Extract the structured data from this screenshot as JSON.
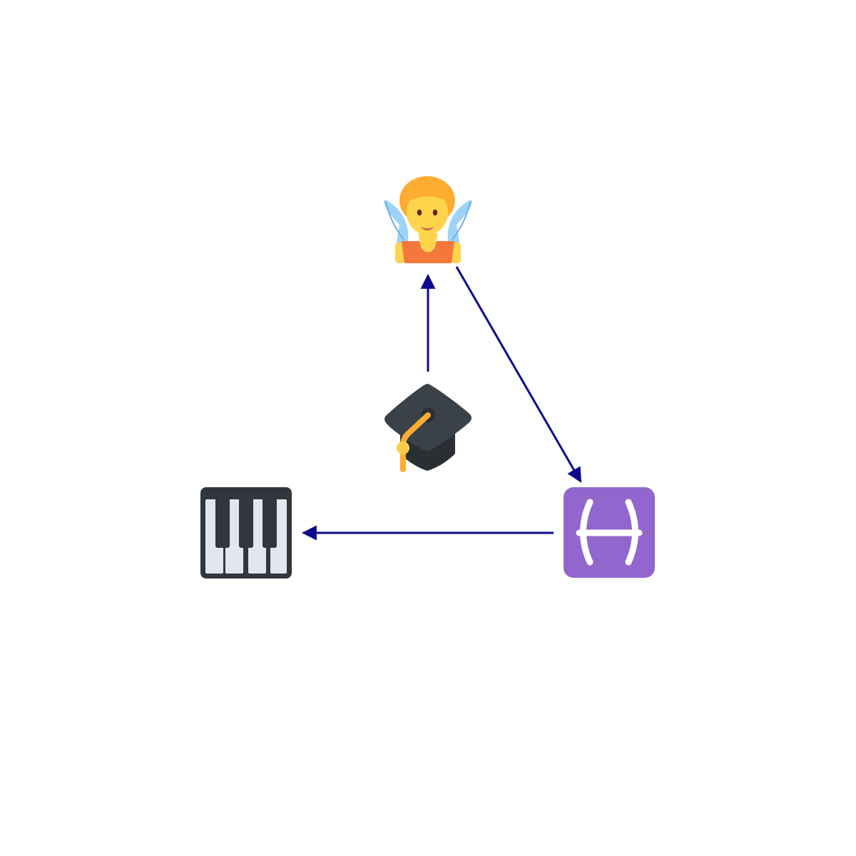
{
  "diagram": {
    "background": "#ffffff",
    "edge_color": "#0c0a8a",
    "nodes": [
      {
        "id": "fairy",
        "icon": "fairy-icon"
      },
      {
        "id": "graduation-cap",
        "icon": "graduation-cap-icon"
      },
      {
        "id": "pisces",
        "icon": "pisces-icon",
        "color": "#9266cc"
      },
      {
        "id": "piano",
        "icon": "piano-keyboard-icon",
        "color": "#31373d"
      }
    ],
    "edges": [
      {
        "from": "graduation-cap",
        "to": "fairy"
      },
      {
        "from": "fairy",
        "to": "pisces"
      },
      {
        "from": "pisces",
        "to": "piano"
      }
    ]
  }
}
